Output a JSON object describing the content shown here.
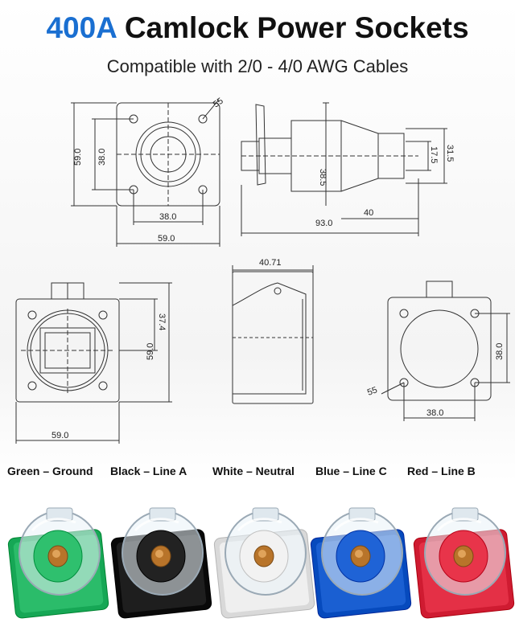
{
  "header": {
    "title_highlight": "400A",
    "title_rest": "Camlock Power Sockets",
    "subtitle": "Compatible with 2/0 - 4/0 AWG Cables"
  },
  "dimensions": {
    "d55_a": "55",
    "d59_left": "59.0",
    "d38_left": "38.0",
    "d38_bottom": "38.0",
    "d59_bottom": "59.0",
    "d38_5": "38.5",
    "d17_5": "17.5",
    "d31_5": "31.5",
    "d40": "40",
    "d93": "93.0",
    "d40_71": "40.71",
    "d37_4": "37.4",
    "d59_mid": "59.0",
    "d59_bot2": "59.0",
    "d38_right": "38.0",
    "d55_b": "55",
    "d38_bot3": "38.0"
  },
  "labels": [
    {
      "text": "Green – Ground",
      "color": "#2fc06e"
    },
    {
      "text": "Black – Line A",
      "color": "#222222"
    },
    {
      "text": "White – Neutral",
      "color": "#f2f2f2"
    },
    {
      "text": "Blue – Line C",
      "color": "#1f63d6"
    },
    {
      "text": "Red – Line B",
      "color": "#e8344a"
    }
  ],
  "colors": {
    "accent": "#1a6fd1",
    "line": "#333333"
  }
}
